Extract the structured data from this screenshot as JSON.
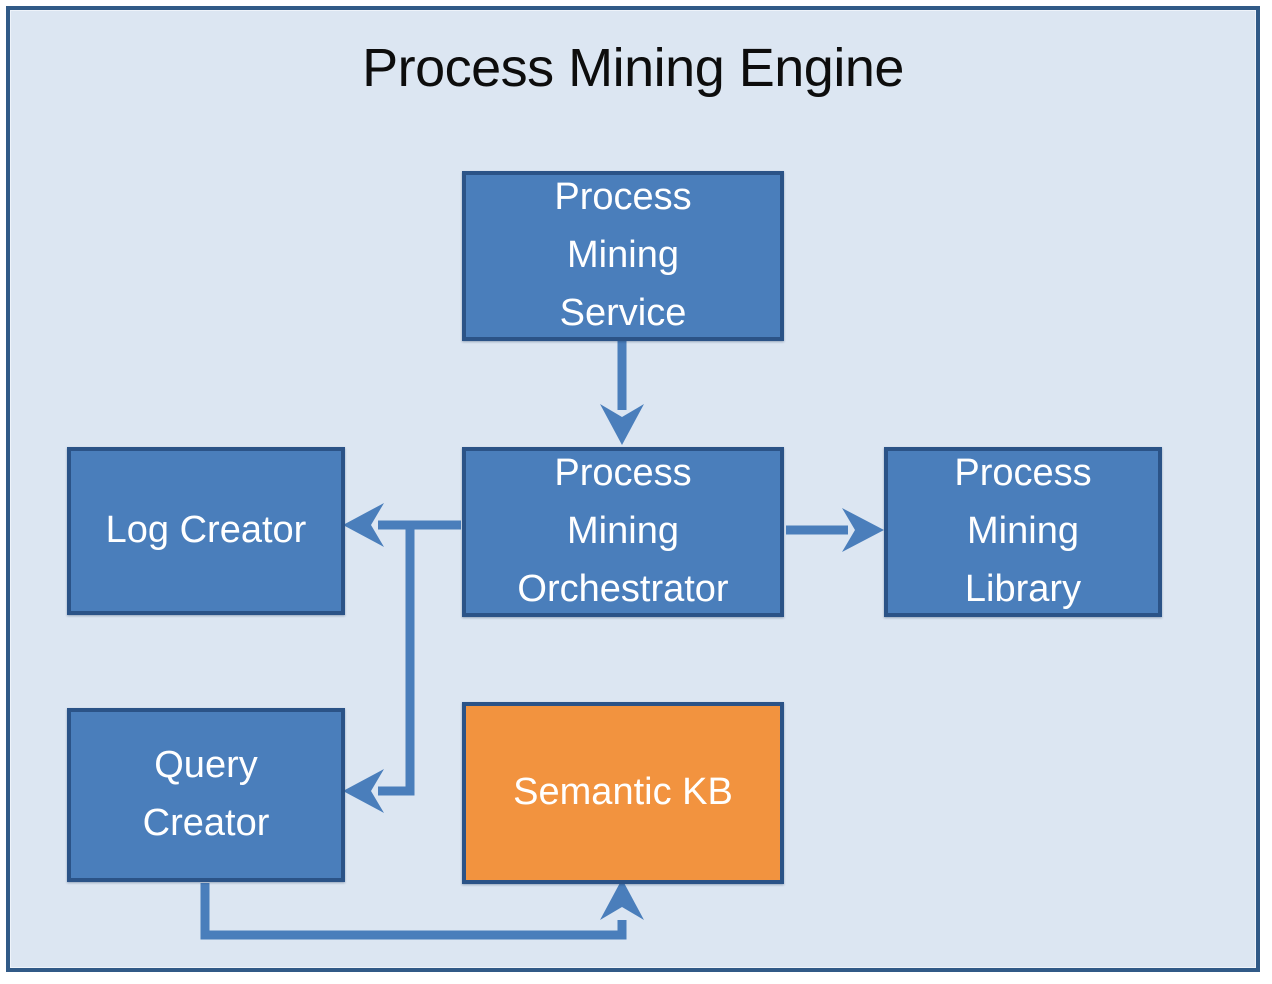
{
  "diagram": {
    "title": "Process Mining Engine",
    "type": "block-diagram",
    "colors": {
      "frame_background": "#dce6f2",
      "frame_border": "#315a87",
      "node_fill": "#4a7ebb",
      "node_border": "#2b5387",
      "accent_fill": "#f2933f",
      "connector": "#4a7ebb",
      "node_text": "#ffffff",
      "title_text": "#0d0d0d"
    },
    "nodes": [
      {
        "id": "pm-service",
        "label": "Process\nMining\nService",
        "kind": "component"
      },
      {
        "id": "pm-orchestrator",
        "label": "Process\nMining\nOrchestrator",
        "kind": "component"
      },
      {
        "id": "log-creator",
        "label": "Log Creator",
        "kind": "component"
      },
      {
        "id": "pm-library",
        "label": "Process\nMining\nLibrary",
        "kind": "component"
      },
      {
        "id": "query-creator",
        "label": "Query\nCreator",
        "kind": "component"
      },
      {
        "id": "semantic-kb",
        "label": "Semantic KB",
        "kind": "knowledge-base"
      }
    ],
    "edges": [
      {
        "from": "pm-service",
        "to": "pm-orchestrator",
        "direction": "down"
      },
      {
        "from": "pm-orchestrator",
        "to": "log-creator",
        "direction": "left"
      },
      {
        "from": "pm-orchestrator",
        "to": "pm-library",
        "direction": "right"
      },
      {
        "from": "pm-orchestrator",
        "to": "query-creator",
        "direction": "left-down"
      },
      {
        "from": "query-creator",
        "to": "semantic-kb",
        "direction": "down-right-up"
      }
    ]
  }
}
